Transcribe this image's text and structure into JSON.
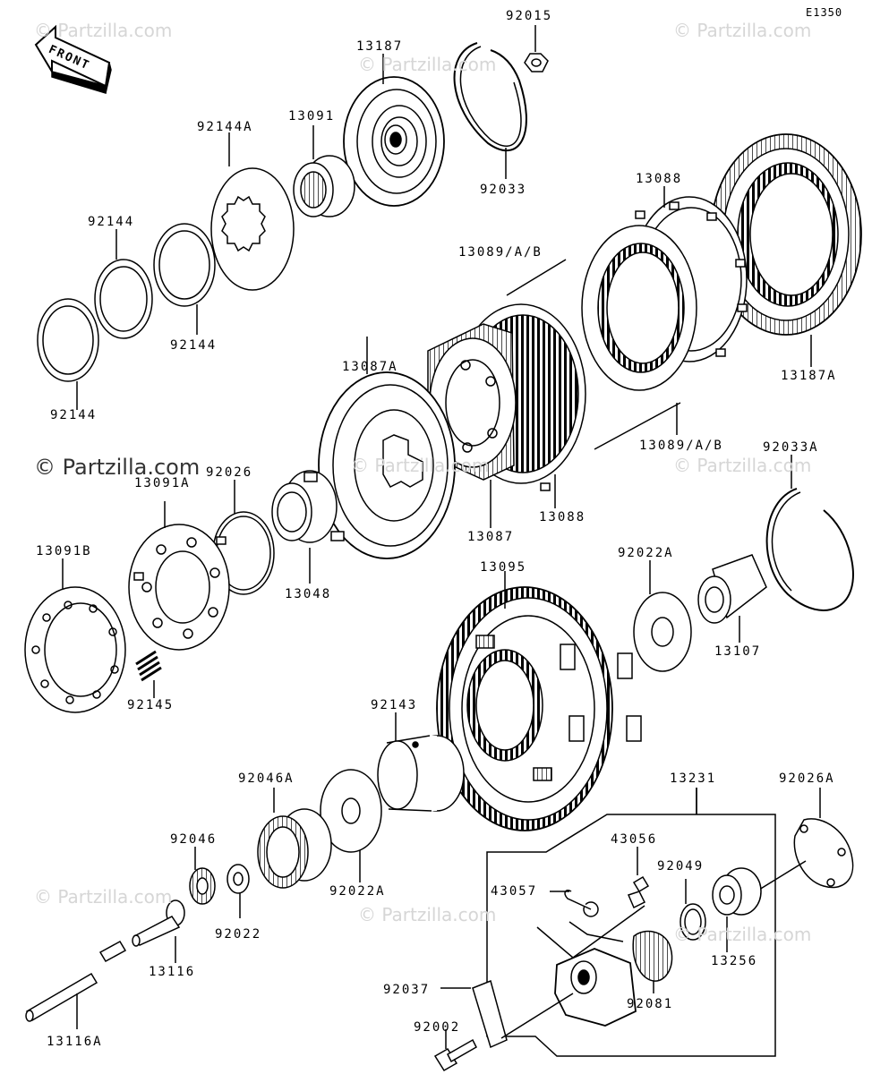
{
  "diagram_code": "E1350",
  "front_label": "FRONT",
  "watermark": "© Partzilla.com",
  "labels": {
    "p92015": "92015",
    "p13187": "13187",
    "p13091": "13091",
    "p92144A": "92144A",
    "p92144_a": "92144",
    "p92144_b": "92144",
    "p92144_c": "92144",
    "p92033": "92033",
    "p13088_top": "13088",
    "p13089_top": "13089/A/B",
    "p13187A": "13187A",
    "p13087A": "13087A",
    "p13091A": "13091A",
    "p92026": "92026",
    "p13091B": "13091B",
    "p13048": "13048",
    "p13087": "13087",
    "p13088_bot": "13088",
    "p13089_bot": "13089/A/B",
    "p92033A": "92033A",
    "p13095": "13095",
    "p92022A_top": "92022A",
    "p13107": "13107",
    "p92145": "92145",
    "p92143": "92143",
    "p92046A": "92046A",
    "p92046": "92046",
    "p92022": "92022",
    "p92022A_bot": "92022A",
    "p13116": "13116",
    "p13116A": "13116A",
    "p13231": "13231",
    "p92026A": "92026A",
    "p43056": "43056",
    "p92049": "92049",
    "p43057": "43057",
    "p13256": "13256",
    "p92037": "92037",
    "p92081": "92081",
    "p92002": "92002"
  }
}
